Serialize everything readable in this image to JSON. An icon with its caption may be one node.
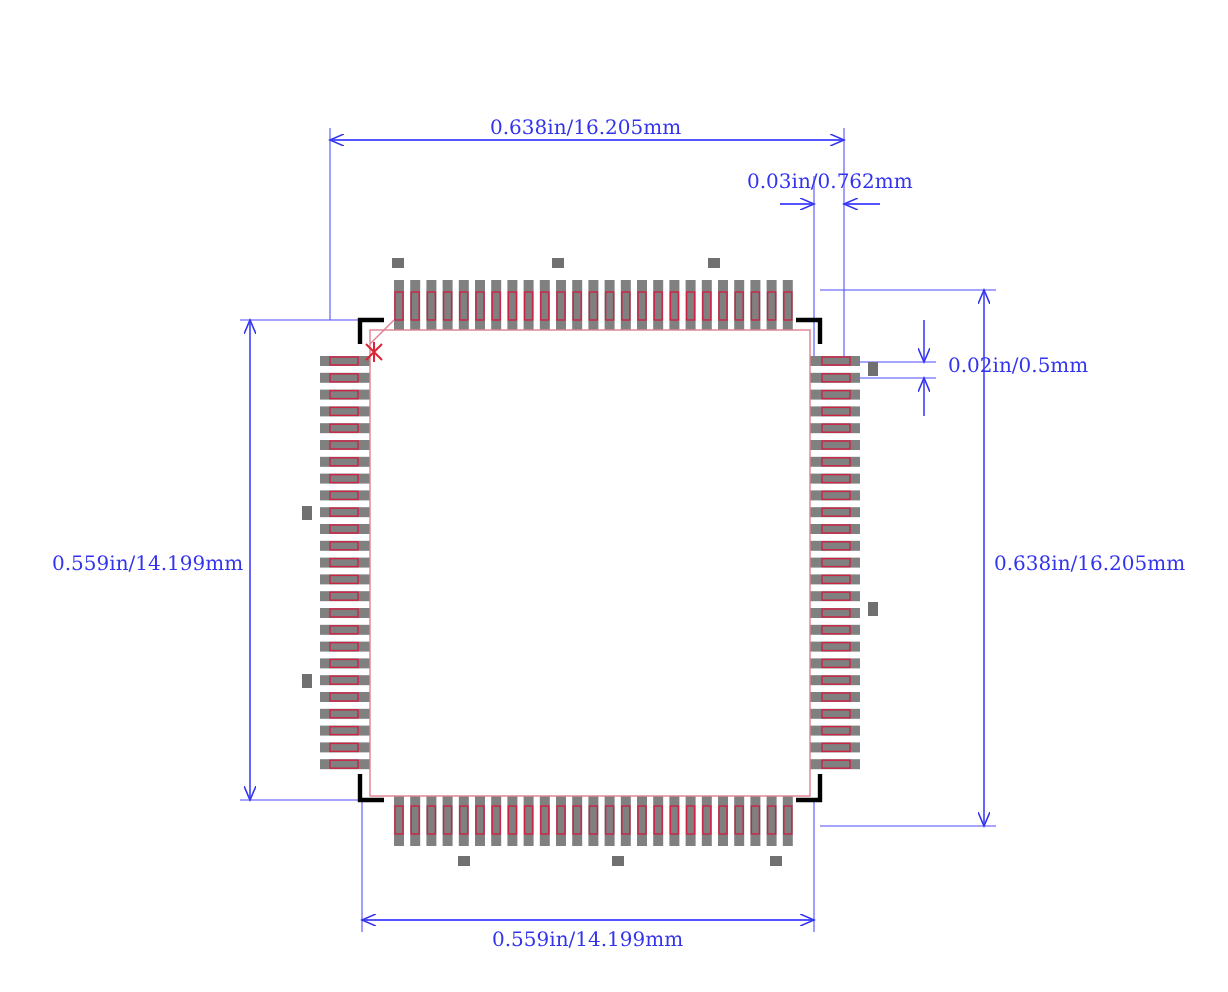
{
  "diagram": {
    "labels": [
      "0.638in/16.205mm",
      "0.03in/0.762mm",
      "0.02in/0.5mm",
      "0.559in/14.199mm",
      "0.638in/16.205mm",
      "0.559in/14.199mm"
    ]
  }
}
